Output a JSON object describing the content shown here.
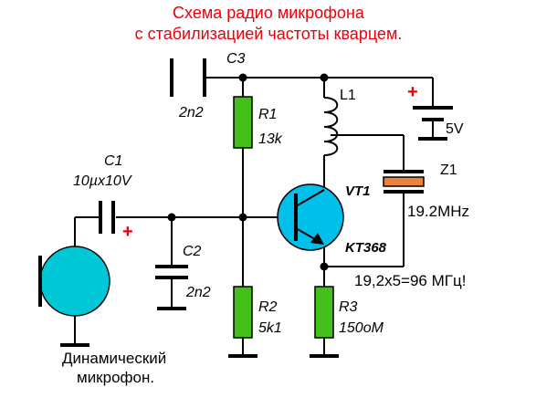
{
  "title": {
    "line1": "Схема радио микрофона",
    "line2": "с стабилизацией частоты кварцем."
  },
  "components": {
    "C1": {
      "name": "C1",
      "value": "10µx10V",
      "polarity": "+"
    },
    "C2": {
      "name": "C2",
      "value": "2n2"
    },
    "C3": {
      "name": "C3",
      "value": "2n2"
    },
    "R1": {
      "name": "R1",
      "value": "13k"
    },
    "R2": {
      "name": "R2",
      "value": "5k1"
    },
    "R3": {
      "name": "R3",
      "value": "150oM"
    },
    "L1": {
      "name": "L1"
    },
    "VT1": {
      "name": "VT1",
      "part": "KT368"
    },
    "Z1": {
      "name": "Z1",
      "value": "19.2MHz"
    },
    "battery": {
      "voltage": "5V",
      "polarity": "+"
    }
  },
  "notes": {
    "frequency": "19,2x5=96 МГц!",
    "mic_line1": "Динамический",
    "mic_line2": "микрофон."
  },
  "colors": {
    "title": "#e8000b",
    "resistor": "#44c01a",
    "transistor": "#00bfe8",
    "microphone": "#00c8d6",
    "crystal_plate": "#e8833a"
  }
}
